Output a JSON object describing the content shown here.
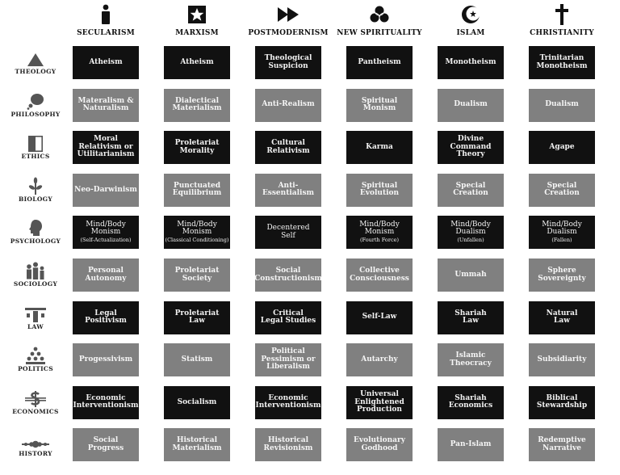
{
  "columns": [
    {
      "label": "SECULARISM",
      "icon": "person-icon"
    },
    {
      "label": "MARXISM",
      "icon": "star-icon"
    },
    {
      "label": "POSTMODERNISM",
      "icon": "fast-forward-icon"
    },
    {
      "label": "NEW SPIRITUALITY",
      "icon": "triple-circle-icon"
    },
    {
      "label": "ISLAM",
      "icon": "crescent-star-icon"
    },
    {
      "label": "CHRISTIANITY",
      "icon": "cross-icon"
    }
  ],
  "rows": [
    {
      "label": "THEOLOGY",
      "icon": "triangle-icon"
    },
    {
      "label": "PHILOSOPHY",
      "icon": "thought-bubble-icon"
    },
    {
      "label": "ETHICS",
      "icon": "half-square-icon"
    },
    {
      "label": "BIOLOGY",
      "icon": "sprout-icon"
    },
    {
      "label": "PSYCHOLOGY",
      "icon": "head-profile-icon"
    },
    {
      "label": "SOCIOLOGY",
      "icon": "family-icon"
    },
    {
      "label": "LAW",
      "icon": "gavel-icon"
    },
    {
      "label": "POLITICS",
      "icon": "crowd-pyramid-icon"
    },
    {
      "label": "ECONOMICS",
      "icon": "dollar-icon"
    },
    {
      "label": "HISTORY",
      "icon": "timeline-icon"
    }
  ],
  "cells": [
    [
      {
        "lines": [
          "Atheism"
        ]
      },
      {
        "lines": [
          "Atheism"
        ]
      },
      {
        "lines": [
          "Theological",
          "Suspicion"
        ]
      },
      {
        "lines": [
          "Pantheism"
        ]
      },
      {
        "lines": [
          "Monotheism"
        ]
      },
      {
        "lines": [
          "Trinitarian",
          "Monotheism"
        ]
      }
    ],
    [
      {
        "lines": [
          "Materalism &",
          "Naturalism"
        ]
      },
      {
        "lines": [
          "Dialectical",
          "Materialism"
        ]
      },
      {
        "lines": [
          "Anti-Realism"
        ]
      },
      {
        "lines": [
          "Spiritual",
          "Monism"
        ]
      },
      {
        "lines": [
          "Dualism"
        ]
      },
      {
        "lines": [
          "Dualism"
        ]
      }
    ],
    [
      {
        "lines": [
          "Moral",
          "Relativism or",
          "Utilitarianism"
        ]
      },
      {
        "lines": [
          "Proletariat",
          "Morality"
        ]
      },
      {
        "lines": [
          "Cultural",
          "Relativism"
        ]
      },
      {
        "lines": [
          "Karma"
        ]
      },
      {
        "lines": [
          "Divine",
          "Command",
          "Theory"
        ]
      },
      {
        "lines": [
          "Agape"
        ]
      }
    ],
    [
      {
        "lines": [
          "Neo-Darwinism"
        ]
      },
      {
        "lines": [
          "Punctuated",
          "Equilibrium"
        ]
      },
      {
        "lines": [
          "Anti-",
          "Essentialism"
        ]
      },
      {
        "lines": [
          "Spiritual",
          "Evolution"
        ]
      },
      {
        "lines": [
          "Special",
          "Creation"
        ]
      },
      {
        "lines": [
          "Special",
          "Creation"
        ]
      }
    ],
    [
      {
        "lines": [
          "Mind/Body",
          "Monism"
        ],
        "sub": "(Self-Actualization)"
      },
      {
        "lines": [
          "Mind/Body",
          "Monism"
        ],
        "sub": "(Classical Conditioning)"
      },
      {
        "lines": [
          "Decentered",
          "Self"
        ]
      },
      {
        "lines": [
          "Mind/Body",
          "Monism"
        ],
        "sub": "(Fourth Force)"
      },
      {
        "lines": [
          "Mind/Body",
          "Dualism"
        ],
        "sub": "(Unfallen)"
      },
      {
        "lines": [
          "Mind/Body",
          "Dualism"
        ],
        "sub": "(Fallen)"
      }
    ],
    [
      {
        "lines": [
          "Personal",
          "Autonomy"
        ]
      },
      {
        "lines": [
          "Proletariat",
          "Society"
        ]
      },
      {
        "lines": [
          "Social",
          "Constructionism"
        ]
      },
      {
        "lines": [
          "Collective",
          "Consciousness"
        ]
      },
      {
        "lines": [
          "Ummah"
        ]
      },
      {
        "lines": [
          "Sphere",
          "Sovereignty"
        ]
      }
    ],
    [
      {
        "lines": [
          "Legal",
          "Positivism"
        ]
      },
      {
        "lines": [
          "Proletariat",
          "Law"
        ]
      },
      {
        "lines": [
          "Critical",
          "Legal Studies"
        ]
      },
      {
        "lines": [
          "Self-Law"
        ]
      },
      {
        "lines": [
          "Shariah",
          "Law"
        ]
      },
      {
        "lines": [
          "Natural",
          "Law"
        ]
      }
    ],
    [
      {
        "lines": [
          "Progessivism"
        ]
      },
      {
        "lines": [
          "Statism"
        ]
      },
      {
        "lines": [
          "Political",
          "Pessimism or",
          "Liberalism"
        ]
      },
      {
        "lines": [
          "Autarchy"
        ]
      },
      {
        "lines": [
          "Islamic",
          "Theocracy"
        ]
      },
      {
        "lines": [
          "Subsidiarity"
        ]
      }
    ],
    [
      {
        "lines": [
          "Economic",
          "Interventionism"
        ]
      },
      {
        "lines": [
          "Socialism"
        ]
      },
      {
        "lines": [
          "Economic",
          "Interventionism"
        ]
      },
      {
        "lines": [
          "Universal",
          "Enlightened",
          "Production"
        ]
      },
      {
        "lines": [
          "Shariah",
          "Economics"
        ]
      },
      {
        "lines": [
          "Biblical",
          "Stewardship"
        ]
      }
    ],
    [
      {
        "lines": [
          "Social",
          "Progress"
        ]
      },
      {
        "lines": [
          "Historical",
          "Materialism"
        ]
      },
      {
        "lines": [
          "Historical",
          "Revisionism"
        ]
      },
      {
        "lines": [
          "Evolutionary",
          "Godhood"
        ]
      },
      {
        "lines": [
          "Pan-Islam"
        ]
      },
      {
        "lines": [
          "Redemptive",
          "Narrative"
        ]
      }
    ]
  ],
  "colors": {
    "dark_cell": "#111111",
    "grey_cell": "#808080",
    "icon": "#111111",
    "row_icon": "#555555"
  }
}
